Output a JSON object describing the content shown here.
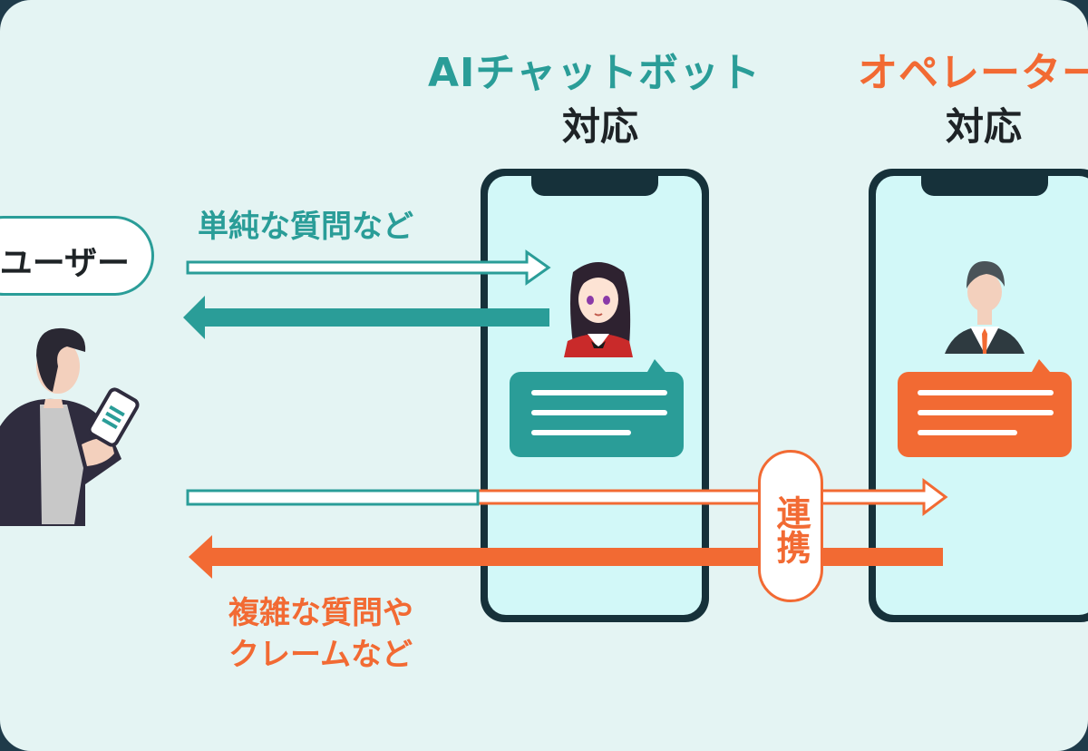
{
  "diagram": {
    "ai_title": "AIチャットボット",
    "ai_subtitle": "対応",
    "operator_title": "オペレーター",
    "operator_subtitle": "対応",
    "user_label": "ユーザー",
    "simple_label": "単純な質問など",
    "complex_label_line1": "複雑な質問や",
    "complex_label_line2": "クレームなど",
    "link_label": "連携"
  },
  "colors": {
    "teal": "#2a9d98",
    "orange": "#f26a33",
    "background": "#e4f4f3",
    "phone_screen": "#d2f8f8",
    "phone_frame": "#16313a",
    "text_dark": "#1e2326"
  },
  "icons": [
    "chatbot-avatar-icon",
    "operator-avatar-icon",
    "user-person-icon",
    "smartphone-icon",
    "chat-bubble-icon"
  ]
}
